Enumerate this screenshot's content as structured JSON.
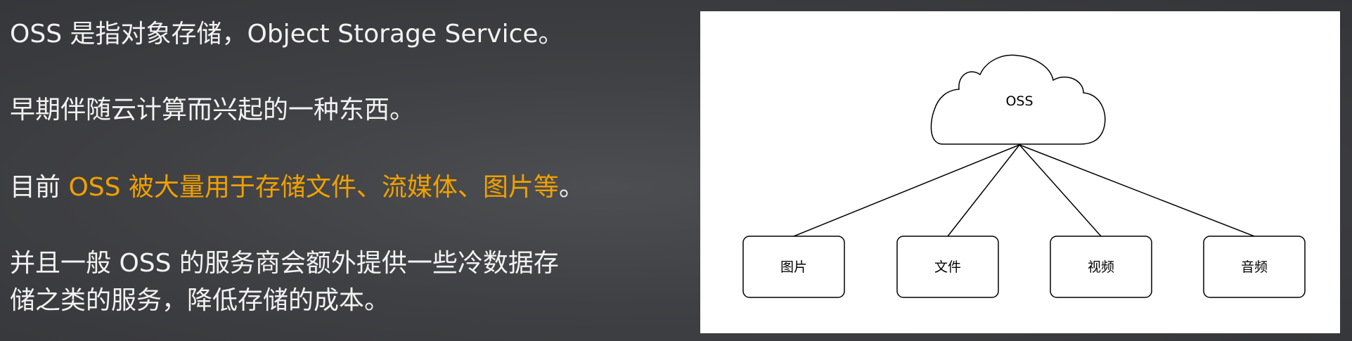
{
  "text": {
    "p1": "OSS 是指对象存储，Object Storage Service。",
    "p2": "早期伴随云计算而兴起的一种东西。",
    "p3_prefix": "目前 ",
    "p3_highlight": "OSS 被大量用于存储文件、流媒体、图片等",
    "p3_suffix": "。",
    "p4_line1": "并且一般 OSS 的服务商会额外提供一些冷数据存",
    "p4_line2": "储之类的服务，降低存储的成本。"
  },
  "colors": {
    "highlight": "#f0a000",
    "background": "#3f4043"
  },
  "diagram": {
    "root": "OSS",
    "children": [
      "图片",
      "文件",
      "视频",
      "音频"
    ]
  }
}
